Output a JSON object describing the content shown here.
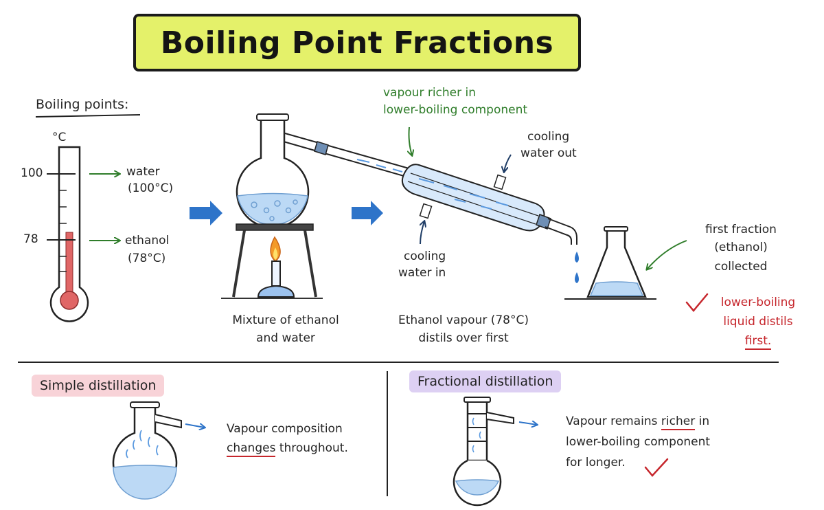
{
  "title": "Boiling Point Fractions",
  "thermometer": {
    "heading": "Boiling points:",
    "unit": "°C",
    "tick_high": "100",
    "tick_low": "78",
    "water_label": "water",
    "water_value": "(100°C)",
    "ethanol_label": "ethanol",
    "ethanol_value": "(78°C)"
  },
  "apparatus": {
    "vapour_line1": "vapour richer in",
    "vapour_line2": "lower-boiling component",
    "cool_out_line1": "cooling",
    "cool_out_line2": "water out",
    "cool_in_line1": "cooling",
    "cool_in_line2": "water in",
    "mixture_line1": "Mixture of ethanol",
    "mixture_line2": "and water",
    "distils_line1": "Ethanol vapour (78°C)",
    "distils_line2": "distils over first",
    "fraction_line1": "first fraction",
    "fraction_line2": "(ethanol)",
    "fraction_line3": "collected",
    "check_line1": "lower-boiling",
    "check_line2": "liquid distils",
    "check_line3": "first."
  },
  "simple": {
    "tag": "Simple distillation",
    "line1": "Vapour composition",
    "line2_word": "changes",
    "line2_rest": " throughout."
  },
  "fractional": {
    "tag": "Fractional distillation",
    "line1_a": "Vapour remains ",
    "line1_word": "richer",
    "line1_b": " in",
    "line2": "lower-boiling component",
    "line3": "for longer."
  },
  "colors": {
    "title_bg": "#e4f16a",
    "liquid": "#bcd9f5",
    "arrow_blue": "#2e74c9",
    "label_green": "#2f7d2a",
    "check_red": "#c6262c",
    "simple_tag_bg": "#f8d3d8",
    "fractional_tag_bg": "#ddd0f3",
    "thermometer_red": "#e06666"
  },
  "icons": [
    "thermometer-icon",
    "flask-icon",
    "burner-flame-icon",
    "condenser-icon",
    "conical-flask-icon",
    "check-icon",
    "process-arrow-icon"
  ]
}
